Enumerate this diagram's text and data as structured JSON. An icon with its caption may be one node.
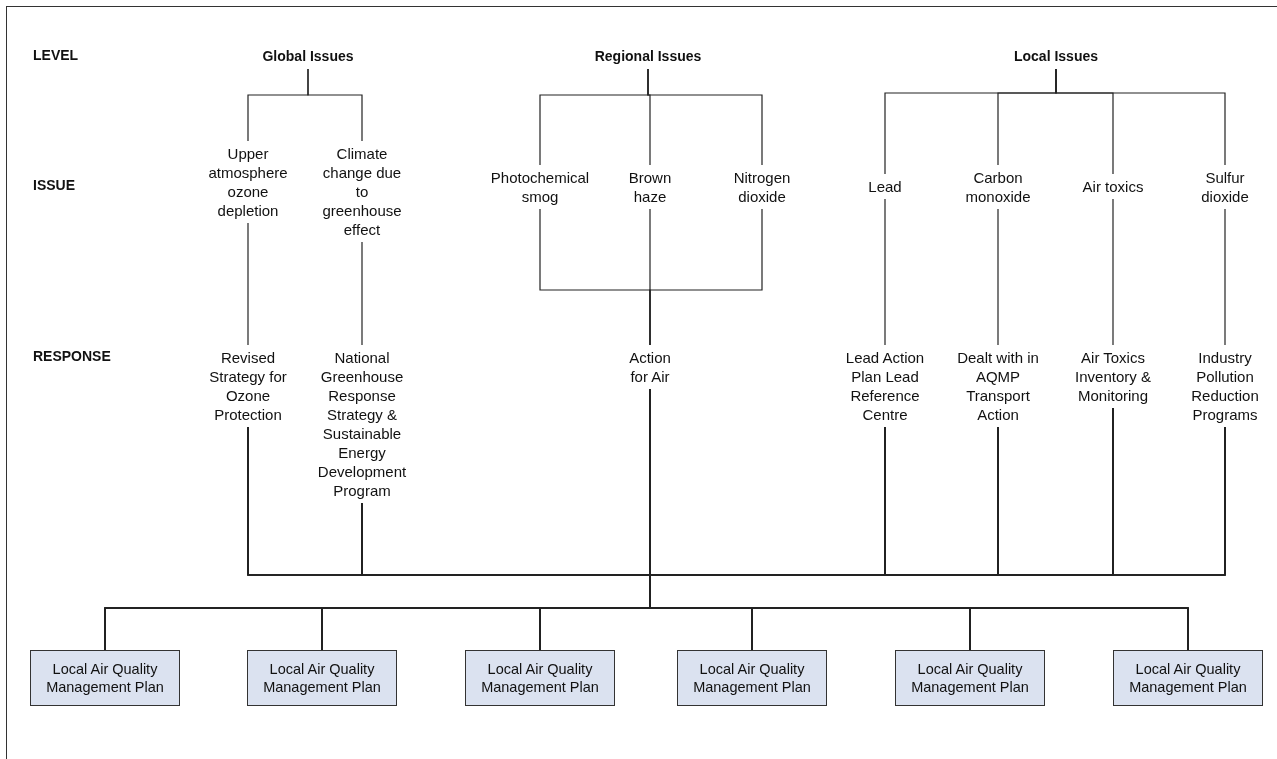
{
  "diagram": {
    "nodes": [
      {
        "text": [
          "Global Issues"
        ]
      },
      {
        "text": [
          "Regional Issues"
        ]
      },
      {
        "text": [
          "Local Issues"
        ]
      },
      {
        "text": [
          "Upper atmosphere ozone depletion"
        ]
      },
      {
        "text": [
          "Climate change due to greenhouse effect"
        ]
      },
      {
        "text": [
          "Photochemical smog"
        ]
      },
      {
        "text": [
          "Brown haze"
        ]
      },
      {
        "text": [
          "Nitrogen dioxide"
        ]
      },
      {
        "text": [
          "Lead"
        ]
      },
      {
        "text": [
          "Carbon monoxide"
        ]
      },
      {
        "text": [
          "Air toxics"
        ]
      },
      {
        "text": [
          "Sulfur dioxide"
        ]
      },
      {
        "text": [
          "Revised Strategy for Ozone Protection"
        ]
      },
      {
        "text": [
          "National Greenhouse Response Strategy & Sustainable Energy Development Program"
        ]
      },
      {
        "text": [
          "Action for Air"
        ]
      },
      {
        "text": [
          "Lead Action Plan Lead Reference Centre"
        ]
      },
      {
        "text": [
          "Dealt with in AQMP Transport Action"
        ]
      },
      {
        "text": [
          "Air Toxics Inventory & Monitoring"
        ]
      },
      {
        "text": [
          "Industry Pollution Reduction Programs"
        ]
      },
      {
        "text": [
          "Local Air Quality Management Plan"
        ]
      },
      {
        "text": [
          "Local Air Quality Management Plan"
        ]
      },
      {
        "text": [
          "Local Air Quality Management Plan"
        ]
      },
      {
        "text": [
          "Local Air Quality Management Plan"
        ]
      },
      {
        "text": [
          "Local Air Quality Management Plan"
        ]
      },
      {
        "text": [
          "Local Air Quality Management Plan"
        ]
      }
    ],
    "edges": [
      {
        "from": 0,
        "to": 3,
        "arrow": "none"
      },
      {
        "from": 0,
        "to": 4,
        "arrow": "none"
      },
      {
        "from": 1,
        "to": 5,
        "arrow": "none"
      },
      {
        "from": 1,
        "to": 6,
        "arrow": "none"
      },
      {
        "from": 1,
        "to": 7,
        "arrow": "none"
      },
      {
        "from": 2,
        "to": 8,
        "arrow": "none"
      },
      {
        "from": 2,
        "to": 9,
        "arrow": "none"
      },
      {
        "from": 2,
        "to": 10,
        "arrow": "none"
      },
      {
        "from": 2,
        "to": 11,
        "arrow": "none"
      },
      {
        "from": 3,
        "to": 12,
        "arrow": "none"
      },
      {
        "from": 4,
        "to": 13,
        "arrow": "none"
      },
      {
        "from": 5,
        "to": 14,
        "arrow": "none"
      },
      {
        "from": 6,
        "to": 14,
        "arrow": "none"
      },
      {
        "from": 7,
        "to": 14,
        "arrow": "none"
      },
      {
        "from": 8,
        "to": 15,
        "arrow": "none"
      },
      {
        "from": 9,
        "to": 16,
        "arrow": "none"
      },
      {
        "from": 10,
        "to": 17,
        "arrow": "none"
      },
      {
        "from": 11,
        "to": 18,
        "arrow": "none"
      },
      {
        "from": 12,
        "to": 19,
        "arrow": "none"
      },
      {
        "from": 12,
        "to": 20,
        "arrow": "none"
      },
      {
        "from": 12,
        "to": 21,
        "arrow": "none"
      },
      {
        "from": 12,
        "to": 22,
        "arrow": "none"
      },
      {
        "from": 12,
        "to": 23,
        "arrow": "none"
      },
      {
        "from": 12,
        "to": 24,
        "arrow": "none"
      },
      {
        "from": 13,
        "to": 19,
        "arrow": "none"
      },
      {
        "from": 13,
        "to": 20,
        "arrow": "none"
      },
      {
        "from": 13,
        "to": 21,
        "arrow": "none"
      },
      {
        "from": 13,
        "to": 22,
        "arrow": "none"
      },
      {
        "from": 13,
        "to": 23,
        "arrow": "none"
      },
      {
        "from": 13,
        "to": 24,
        "arrow": "none"
      },
      {
        "from": 14,
        "to": 19,
        "arrow": "none"
      },
      {
        "from": 14,
        "to": 20,
        "arrow": "none"
      },
      {
        "from": 14,
        "to": 21,
        "arrow": "none"
      },
      {
        "from": 14,
        "to": 22,
        "arrow": "none"
      },
      {
        "from": 14,
        "to": 23,
        "arrow": "none"
      },
      {
        "from": 14,
        "to": 24,
        "arrow": "none"
      },
      {
        "from": 15,
        "to": 19,
        "arrow": "none"
      },
      {
        "from": 15,
        "to": 20,
        "arrow": "none"
      },
      {
        "from": 15,
        "to": 21,
        "arrow": "none"
      },
      {
        "from": 15,
        "to": 22,
        "arrow": "none"
      },
      {
        "from": 15,
        "to": 23,
        "arrow": "none"
      },
      {
        "from": 15,
        "to": 24,
        "arrow": "none"
      },
      {
        "from": 16,
        "to": 19,
        "arrow": "none"
      },
      {
        "from": 16,
        "to": 20,
        "arrow": "none"
      },
      {
        "from": 16,
        "to": 21,
        "arrow": "none"
      },
      {
        "from": 16,
        "to": 22,
        "arrow": "none"
      },
      {
        "from": 16,
        "to": 23,
        "arrow": "none"
      },
      {
        "from": 16,
        "to": 24,
        "arrow": "none"
      },
      {
        "from": 17,
        "to": 19,
        "arrow": "none"
      },
      {
        "from": 17,
        "to": 20,
        "arrow": "none"
      },
      {
        "from": 17,
        "to": 21,
        "arrow": "none"
      },
      {
        "from": 17,
        "to": 22,
        "arrow": "none"
      },
      {
        "from": 17,
        "to": 23,
        "arrow": "none"
      },
      {
        "from": 17,
        "to": 24,
        "arrow": "none"
      },
      {
        "from": 18,
        "to": 19,
        "arrow": "none"
      },
      {
        "from": 18,
        "to": 20,
        "arrow": "none"
      },
      {
        "from": 18,
        "to": 21,
        "arrow": "none"
      },
      {
        "from": 18,
        "to": 22,
        "arrow": "none"
      },
      {
        "from": 18,
        "to": 23,
        "arrow": "none"
      },
      {
        "from": 18,
        "to": 24,
        "arrow": "none"
      }
    ],
    "labels": [
      "LEVEL",
      "ISSUE",
      "RESPONSE"
    ]
  }
}
